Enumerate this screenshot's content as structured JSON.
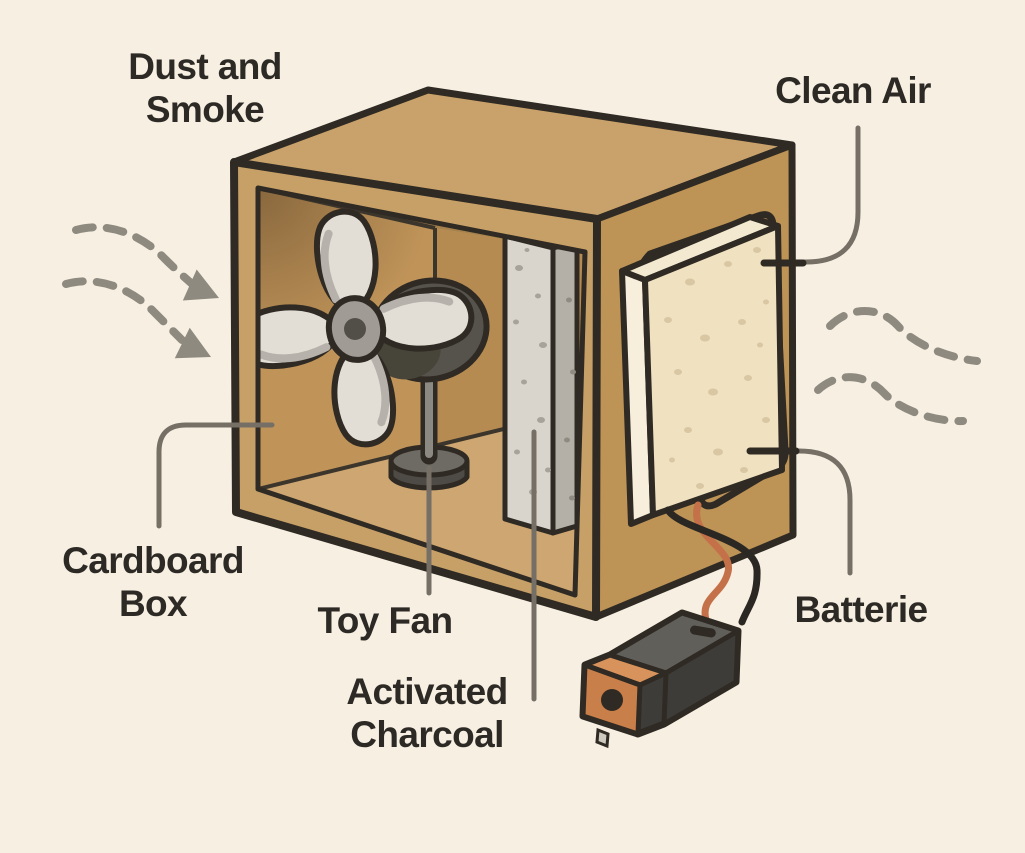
{
  "labels": {
    "dust_smoke": "Dust and\nSmoke",
    "clean_air": "Clean Air",
    "cardboard_box": "Cardboard\nBox",
    "toy_fan": "Toy Fan",
    "activated_charcoal": "Activated\nCharcoal",
    "battery": "Batterie"
  },
  "colors": {
    "background": "#f6efe2",
    "outline": "#2f2a23",
    "label_text": "#2d2a26",
    "cardboard": "#c7a067",
    "cardboard_top": "#c9a26b",
    "cardboard_side": "#bd9356",
    "cardboard_interior": "#c29862",
    "cardboard_floor": "#cda671",
    "cardboard_ceiling": "#a5824c",
    "fan_blade": "#e2ded6",
    "fan_metal": "#8c8983",
    "fan_motor": "#56534d",
    "charcoal_filter": "#d9d5cd",
    "charcoal_filter_side": "#b5b0a7",
    "clean_filter": "#f0e1c0",
    "clean_filter_side": "#f7efdc",
    "battery_body": "#3e3c39",
    "battery_top": "#615f5a",
    "battery_orange": "#c97f49",
    "wire_red": "#c4714a",
    "wire_black": "#2b2722",
    "leader_line": "#756f66",
    "airflow": "#8f8a80"
  }
}
